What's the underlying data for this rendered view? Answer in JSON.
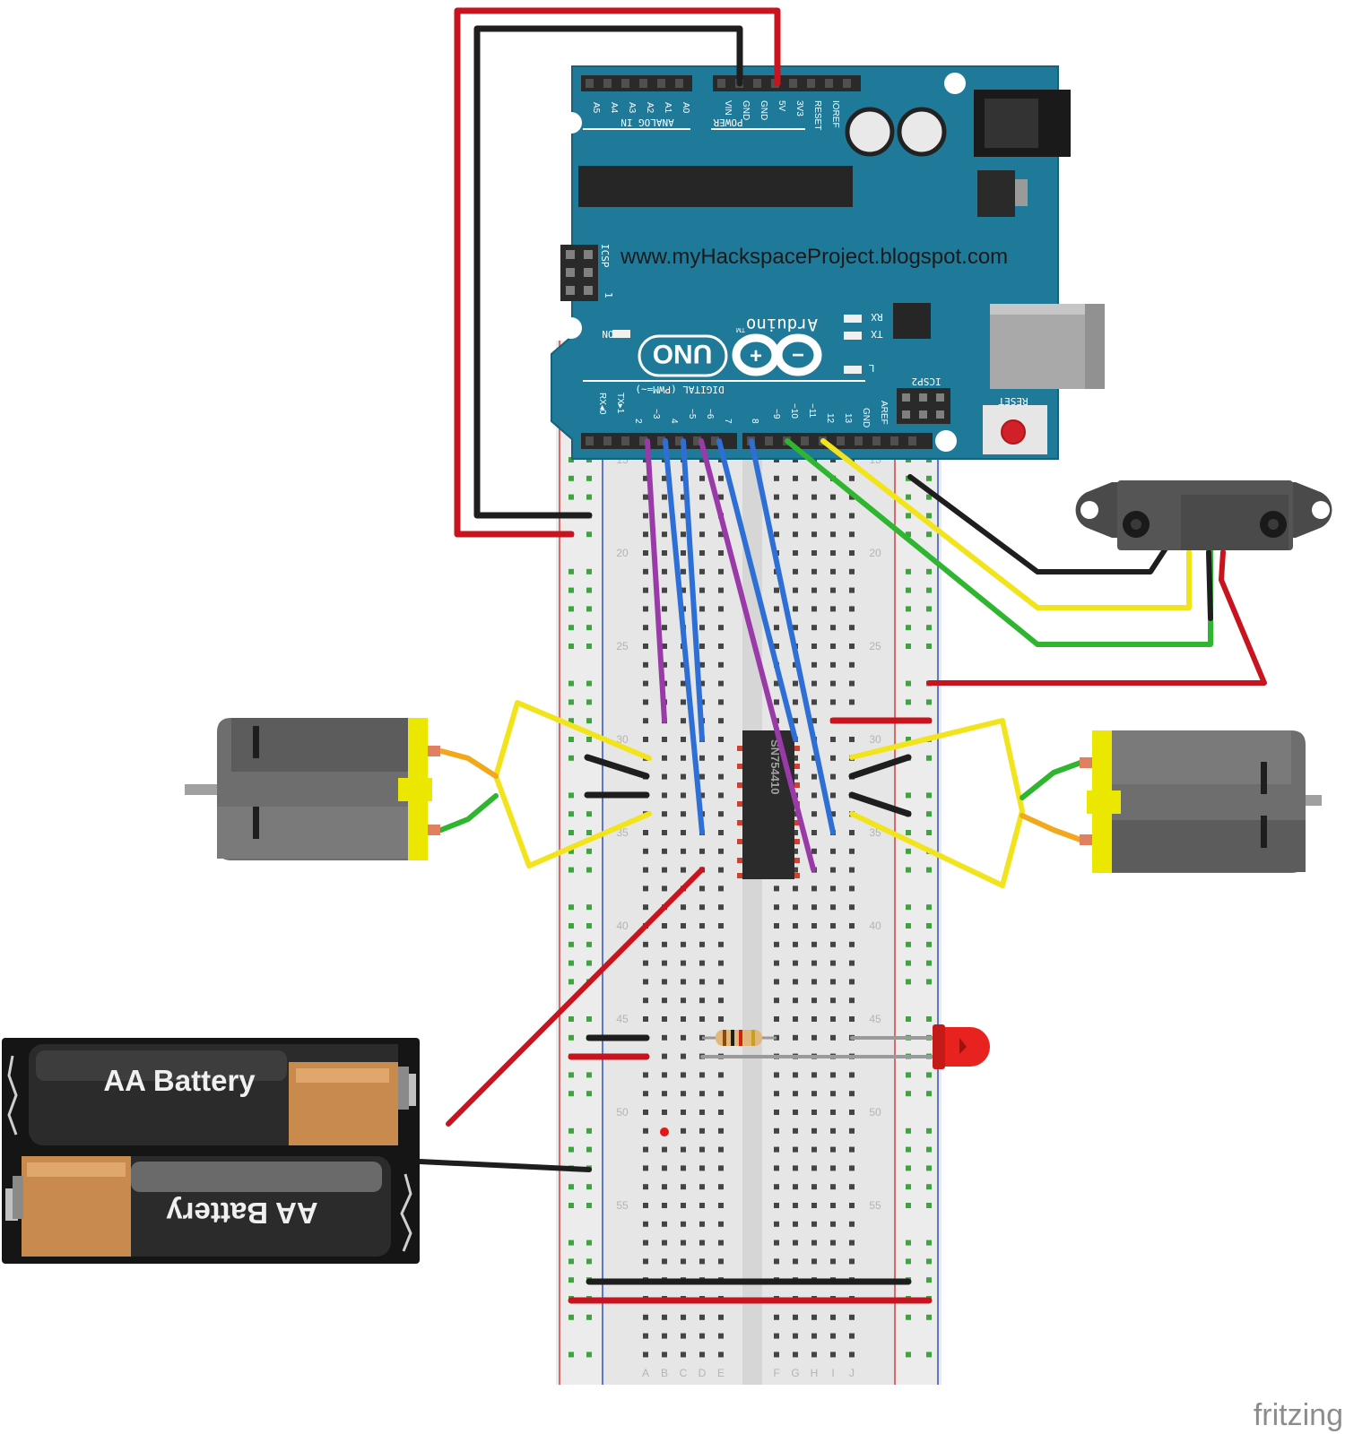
{
  "arduino": {
    "url_text": "www.myHackspaceProject.blogspot.com",
    "brand": "Arduino",
    "tm": "TM",
    "model": "UNO",
    "on_label": "ON",
    "rx_label": "RX",
    "tx_label": "TX",
    "l_label": "L",
    "icsp_label": "ICSP",
    "icsp2_label": "ICSP2",
    "reset_label": "RESET",
    "analog_in_label": "ANALOG IN",
    "power_label": "POWER",
    "digital_label": "DIGITAL (PWM=~)",
    "analog_pins": [
      "A5",
      "A4",
      "A3",
      "A2",
      "A1",
      "A0"
    ],
    "power_pins": [
      "VIN",
      "GND",
      "GND",
      "5V",
      "3V3",
      "RESET",
      "IOREF"
    ],
    "digital_pins": [
      "AREF",
      "GND",
      "13",
      "12",
      "~11",
      "~10",
      "~9",
      "8",
      "7",
      "~6",
      "~5",
      "4",
      "~3",
      "2",
      "TX▸1",
      "RX◂0"
    ],
    "icsp_one": "1"
  },
  "breadboard": {
    "row_numbers": [
      "15",
      "20",
      "25",
      "30",
      "35",
      "40",
      "45",
      "50",
      "55"
    ],
    "column_letters_left": [
      "A",
      "B",
      "C",
      "D",
      "E"
    ],
    "column_letters_right": [
      "F",
      "G",
      "H",
      "I",
      "J"
    ]
  },
  "chip": {
    "label": "SN754410"
  },
  "battery": {
    "label_top": "AA Battery",
    "label_bottom": "AA Battery"
  },
  "watermark": "fritzing",
  "colors": {
    "board_blue": "#1f7a99",
    "wire_red": "#c8141e",
    "wire_black": "#1e1e1e",
    "wire_yellow": "#f2e41c",
    "wire_green": "#2fb52f",
    "wire_blue": "#2e6fd6",
    "wire_purple": "#9a3aa8",
    "motor_gray": "#6e6e6e",
    "led_red": "#e8221f"
  }
}
